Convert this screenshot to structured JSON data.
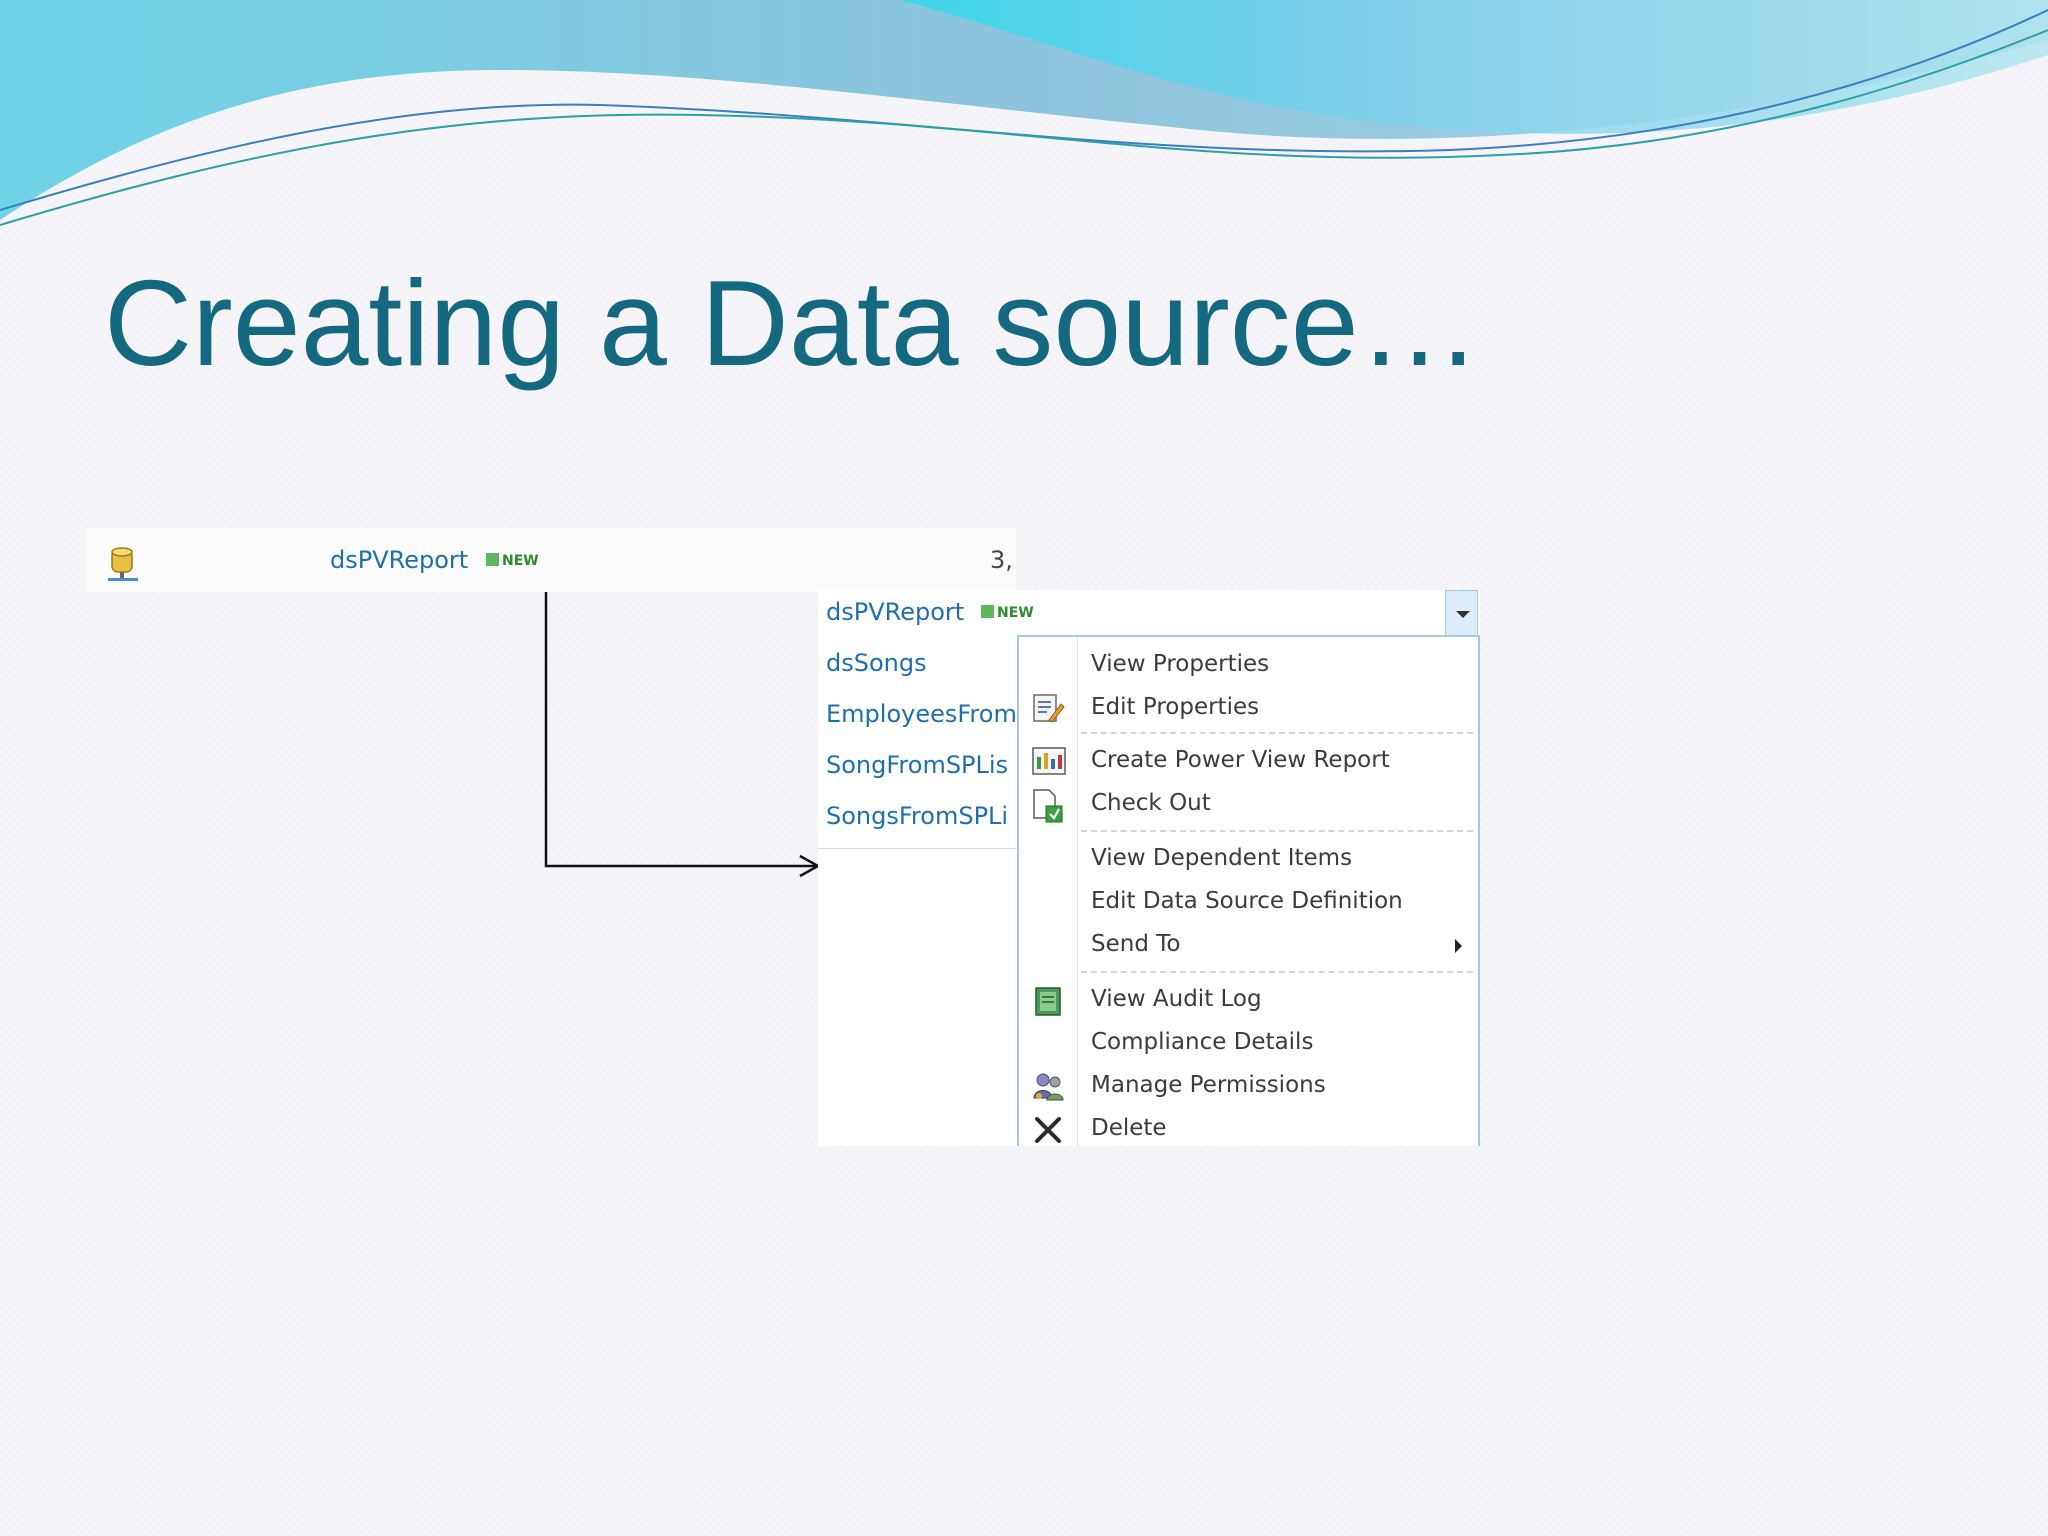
{
  "slide": {
    "title": "Creating a Data source…"
  },
  "screenshot": {
    "top_row": {
      "link": "dsPVReport",
      "badge": "NEW",
      "truncated": "3,"
    },
    "list": {
      "items": [
        "dsPVReport",
        "dsSongs",
        "EmployeesFrom",
        "SongFromSPLis",
        "SongsFromSPLi"
      ],
      "first_badge": "NEW"
    },
    "menu": {
      "items": [
        {
          "label": "View Properties",
          "icon": "none"
        },
        {
          "label": "Edit Properties",
          "icon": "edit-properties-icon"
        },
        {
          "label": "Create Power View Report",
          "icon": "power-view-report-icon"
        },
        {
          "label": "Check Out",
          "icon": "check-out-icon"
        },
        {
          "label": "View Dependent Items",
          "icon": "none"
        },
        {
          "label": "Edit Data Source Definition",
          "icon": "none"
        },
        {
          "label": "Send To",
          "icon": "none"
        },
        {
          "label": "View Audit Log",
          "icon": "audit-log-icon"
        },
        {
          "label": "Compliance Details",
          "icon": "none"
        },
        {
          "label": "Manage Permissions",
          "icon": "manage-permissions-icon"
        },
        {
          "label": "Delete",
          "icon": "delete-icon"
        }
      ]
    }
  },
  "colors": {
    "title": "#14687f",
    "link": "#1f6fb0",
    "menu_border": "#a6c7e2",
    "new_badge": "#2e8b2e"
  }
}
